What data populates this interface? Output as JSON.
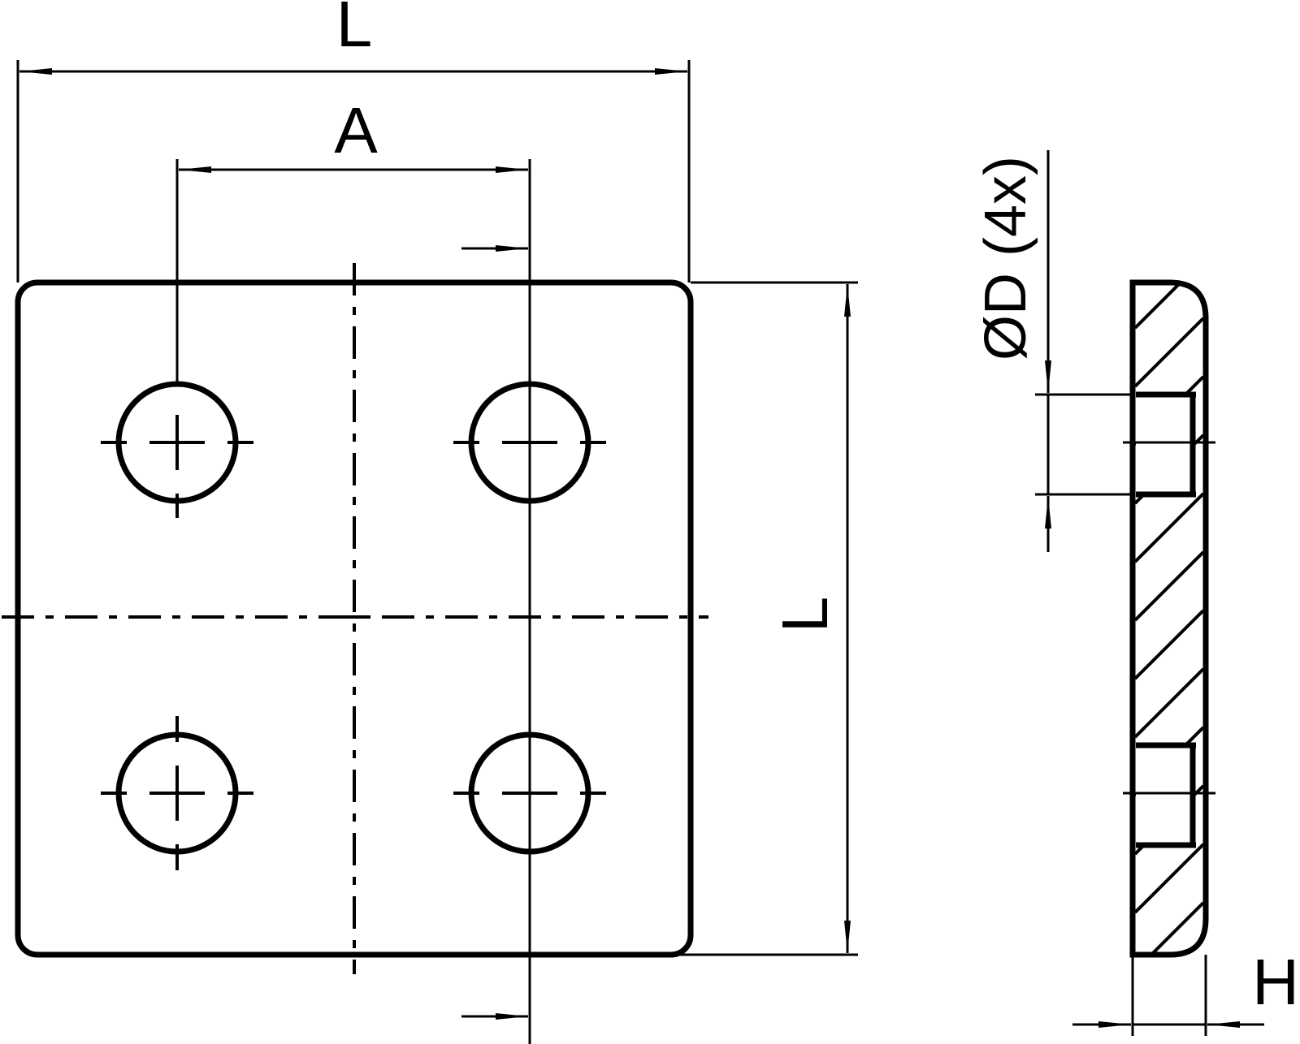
{
  "drawing": {
    "line_color": "#000000",
    "background_color": "#ffffff",
    "labels": {
      "overall_length_top": "L",
      "hole_spacing": "A",
      "overall_length_side": "L",
      "hole_diameter": "ØD (4x)",
      "thickness": "H"
    }
  }
}
